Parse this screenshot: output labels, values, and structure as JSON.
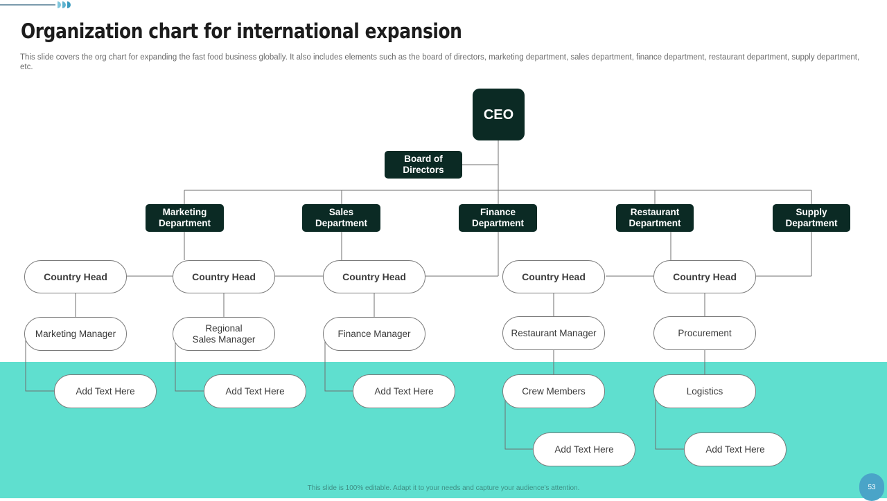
{
  "slide": {
    "title": "Organization chart for international expansion",
    "subtitle": "This slide covers the org chart for expanding the fast food business globally. It also includes elements such as the board of directors, marketing department, sales department, finance department, restaurant department, supply department, etc.",
    "footer": "This slide is 100% editable.  Adapt it to your needs and capture your audience's attention.",
    "page_number": "53",
    "colors": {
      "dark_box": "#0b2a24",
      "teal_band": "#5fdfcf",
      "page_badge": "#4aa4c8"
    }
  },
  "chart": {
    "ceo": "CEO",
    "board": "Board of\nDirectors",
    "departments": [
      "Marketing\nDepartment",
      "Sales\nDepartment",
      "Finance\nDepartment",
      "Restaurant\nDepartment",
      "Supply\nDepartment"
    ],
    "country_heads": [
      "Country Head",
      "Country Head",
      "Country Head",
      "Country Head",
      "Country Head"
    ],
    "managers": [
      "Marketing Manager",
      "Regional\nSales Manager",
      "Finance Manager",
      "Restaurant Manager",
      "Procurement"
    ],
    "level3": [
      "Add Text Here",
      "Add Text Here",
      "Add Text Here",
      "Crew Members",
      "Logistics"
    ],
    "level4": [
      "Add Text Here",
      "Add Text Here"
    ]
  }
}
